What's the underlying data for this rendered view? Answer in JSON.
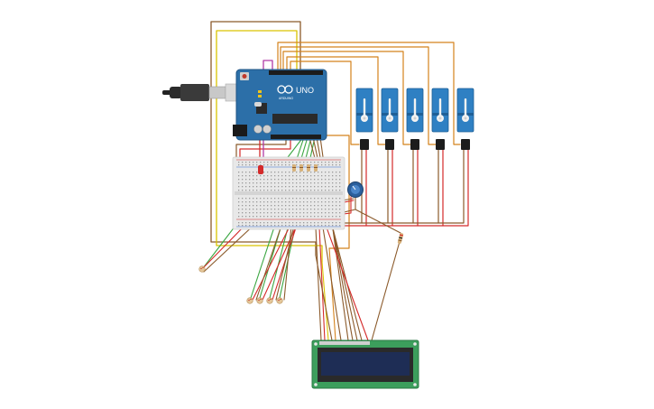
{
  "board": {
    "logo_text": "ARDUINO",
    "model_text": "UNO"
  },
  "servo_count": 5,
  "colors": {
    "background": "#ffffff",
    "arduino_pcb": "#2c6fa8",
    "arduino_chip": "#2a2a2a",
    "servo_body": "#2f80c3",
    "servo_connector": "#1c1c1c",
    "breadboard": "#e8e8e8",
    "lcd_pcb": "#3c9e5c",
    "lcd_screen": "#1e2d55",
    "potentiometer": "#2b5f9c",
    "wire_brown": "#8b5a2b",
    "wire_orange": "#d4821c",
    "wire_yellow": "#d9c400",
    "wire_red": "#d42a2a",
    "wire_green": "#3aa641",
    "wire_magenta": "#b03aa6"
  },
  "icons": [
    "usb-cable-icon",
    "potentiometer-knob-icon",
    "resistor-icon",
    "photoresistor-icon"
  ]
}
